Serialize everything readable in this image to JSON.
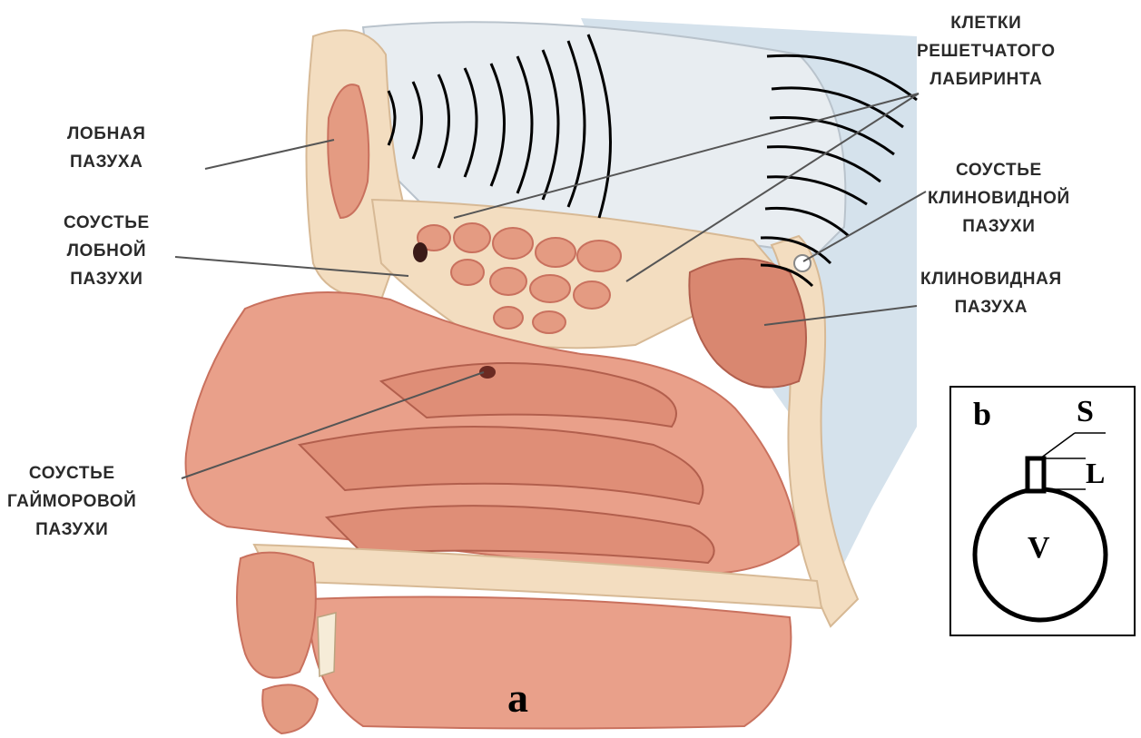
{
  "labels": {
    "frontal_sinus": [
      "ЛОБНАЯ",
      "ПАЗУХА"
    ],
    "frontal_ostium": [
      "СОУСТЬЕ",
      "ЛОБНОЙ",
      "ПАЗУХИ"
    ],
    "maxillary_ostium": [
      "СОУСТЬЕ",
      "ГАЙМОРОВОЙ",
      "ПАЗУХИ"
    ],
    "ethmoid_cells": [
      "КЛЕТКИ",
      "РЕШЕТЧАТОГО",
      "ЛАБИРИНТА"
    ],
    "sphenoid_ostium": [
      "СОУСТЬЕ",
      "КЛИНОВИДНОЙ",
      "ПАЗУХИ"
    ],
    "sphenoid_sinus": [
      "КЛИНОВИДНАЯ",
      "ПАЗУХА"
    ]
  },
  "panel_labels": {
    "a": "a",
    "b": "b"
  },
  "resonator_symbols": {
    "S": "S",
    "L": "L",
    "V": "V"
  },
  "colors": {
    "tissue": "#e9a08a",
    "tissue_dark": "#c9715e",
    "bone": "#f3ddc0",
    "brain": "#e8edf1",
    "background_blue": "#d5e2ec",
    "leader_line": "#555555",
    "arcs": "#000000"
  }
}
